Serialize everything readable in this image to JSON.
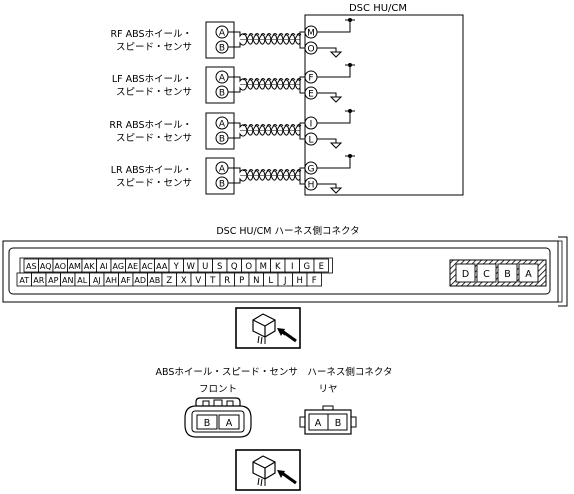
{
  "schematic": {
    "module_title": "DSC HU/CM",
    "sensors": [
      {
        "label1": "RF ABSホイール・",
        "label2": "スピード・センサ",
        "pins": [
          "A",
          "B"
        ],
        "module_pins": [
          "M",
          "O"
        ]
      },
      {
        "label1": "LF ABSホイール・",
        "label2": "スピード・センサ",
        "pins": [
          "A",
          "B"
        ],
        "module_pins": [
          "F",
          "E"
        ]
      },
      {
        "label1": "RR ABSホイール・",
        "label2": "スピード・センサ",
        "pins": [
          "A",
          "B"
        ],
        "module_pins": [
          "I",
          "L"
        ]
      },
      {
        "label1": "LR ABSホイール・",
        "label2": "スピード・センサ",
        "pins": [
          "A",
          "B"
        ],
        "module_pins": [
          "G",
          "H"
        ]
      }
    ]
  },
  "harness_connector": {
    "title": "DSC HU/CM ハーネス側コネクタ",
    "top_row": [
      "AS",
      "AQ",
      "AO",
      "AM",
      "AK",
      "AI",
      "AG",
      "AE",
      "AC",
      "AA",
      "Y",
      "W",
      "U",
      "S",
      "Q",
      "O",
      "M",
      "K",
      "I",
      "G",
      "E"
    ],
    "bottom_row": [
      "AT",
      "AR",
      "AP",
      "AN",
      "AL",
      "AJ",
      "AH",
      "AF",
      "AD",
      "AB",
      "Z",
      "X",
      "V",
      "T",
      "R",
      "P",
      "N",
      "L",
      "J",
      "H",
      "F"
    ],
    "big_pins": [
      "D",
      "C",
      "B",
      "A"
    ]
  },
  "sensor_connector": {
    "title": "ABSホイール・スピード・センサ　ハーネス側コネクタ",
    "front_label": "フロント",
    "rear_label": "リヤ",
    "front_pins": [
      "B",
      "A"
    ],
    "rear_pins": [
      "A",
      "B"
    ]
  }
}
